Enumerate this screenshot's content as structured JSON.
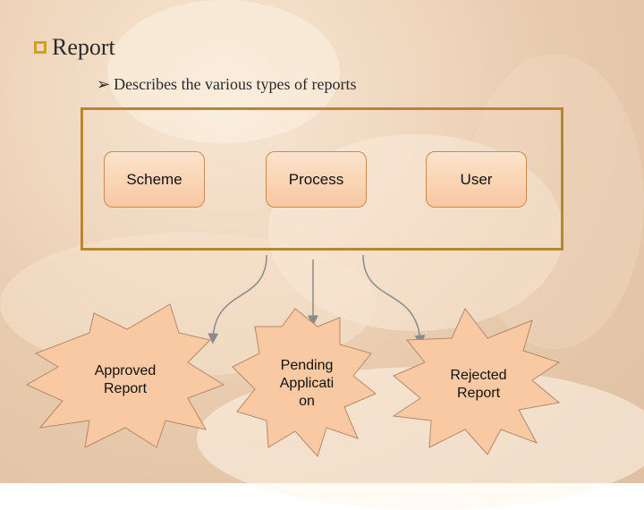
{
  "slide": {
    "title": "Report",
    "subtitle": "Describes the various types of reports"
  },
  "diagram": {
    "categories": [
      "Scheme",
      "Process",
      "User"
    ],
    "outcomes": {
      "left": [
        "Approved",
        "Report"
      ],
      "middle": [
        "Pending",
        "Applicati",
        "on"
      ],
      "right": [
        "Rejected",
        "Report"
      ]
    }
  },
  "colors": {
    "frame": "#b8862e",
    "bullet": "#d4a017",
    "node_fill": "#f7c8a2",
    "burst_fill": "#f8c9a2",
    "connector": "#8a8a8a"
  }
}
